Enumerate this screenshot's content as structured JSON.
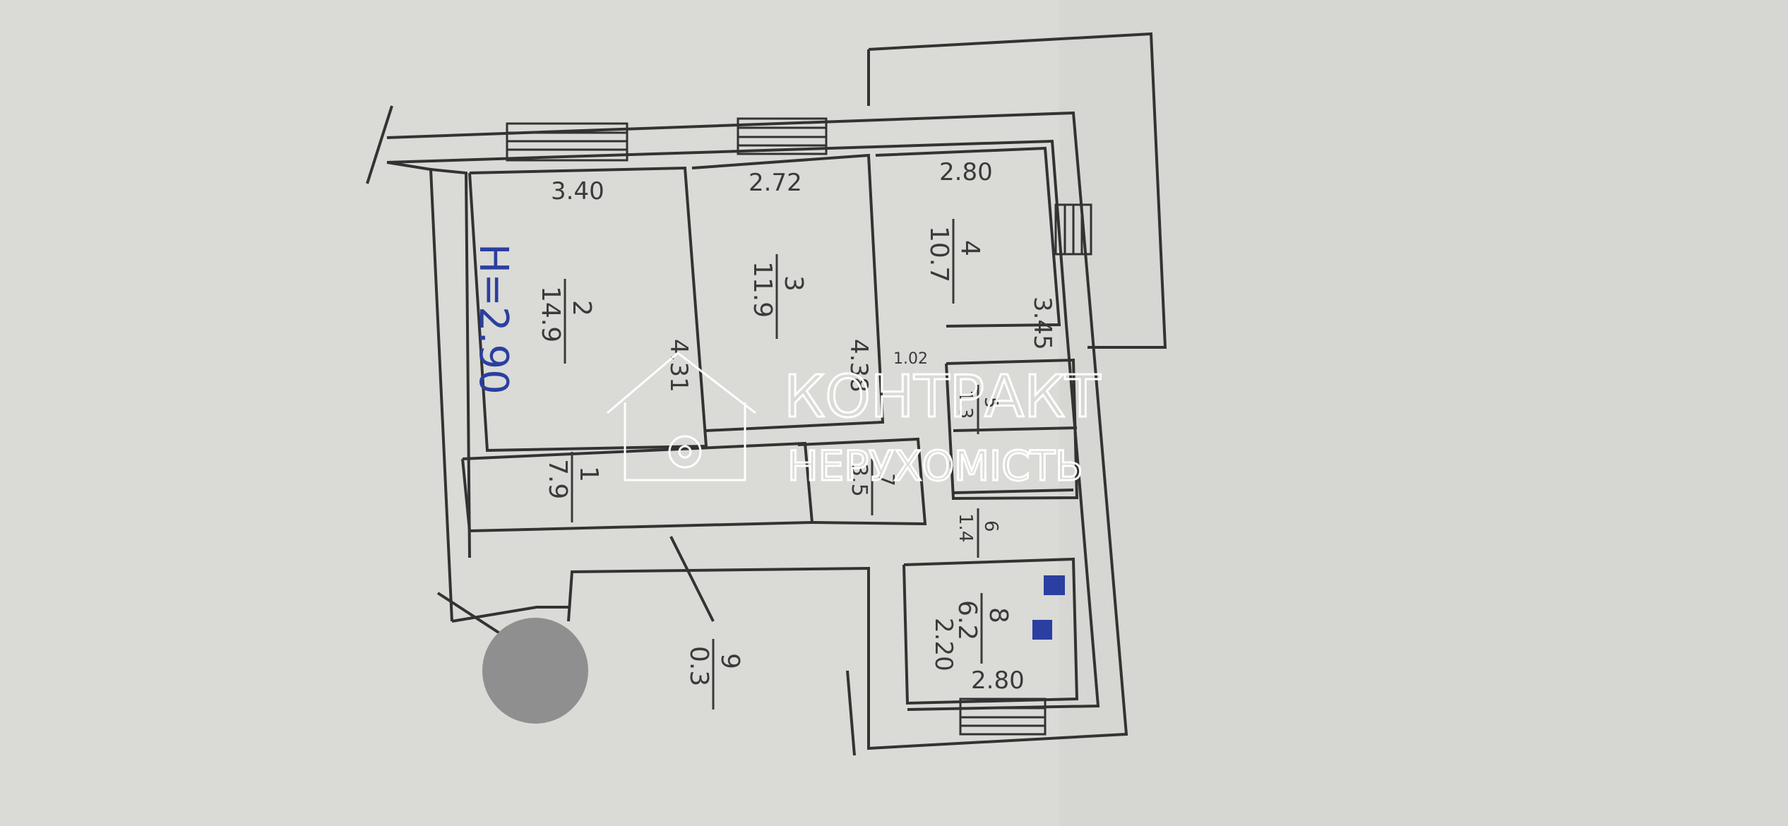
{
  "plan": {
    "ceiling_height": "H=2.90",
    "dimensions": [
      "3.40",
      "2.72",
      "2.80",
      "3.45",
      "4.31",
      "4.38",
      "1.02",
      "2.20",
      "2.80"
    ],
    "rooms": [
      {
        "number": "1",
        "area": "7.9"
      },
      {
        "number": "2",
        "area": "14.9"
      },
      {
        "number": "3",
        "area": "11.9"
      },
      {
        "number": "4",
        "area": "10.7"
      },
      {
        "number": "5",
        "area": "1.3"
      },
      {
        "number": "6",
        "area": "1.4"
      },
      {
        "number": "7",
        "area": "3.5"
      },
      {
        "number": "8",
        "area": "6.2"
      },
      {
        "number": "9",
        "area": "0.3"
      }
    ]
  },
  "watermark": {
    "line1": "КОНТРАКТ",
    "line2": "НЕРУХОМІСТЬ"
  },
  "colors": {
    "paper": "#d9d9d6",
    "ink": "#3a3a3a",
    "handwriting": "#2b3fa0",
    "watermark": "#ffffff"
  }
}
